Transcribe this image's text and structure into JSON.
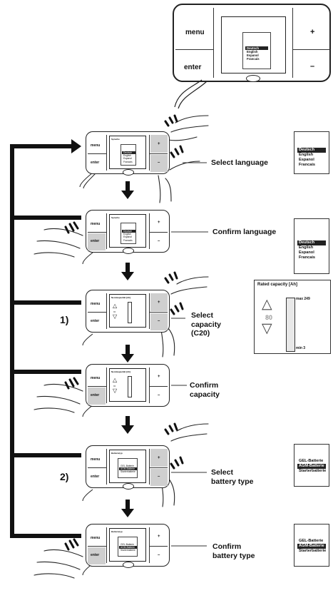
{
  "device": {
    "menu": "menu",
    "enter": "enter",
    "plus": "+",
    "minus": "–"
  },
  "languages": [
    "Deutsch",
    "English",
    "Espanol",
    "Francais"
  ],
  "screen_language_title": "Sprache",
  "screen_capacity_title": "Nennkapazität [Ah]",
  "screen_battery_title": "Batterietyp",
  "steps": {
    "s1": "Select language",
    "s2": "Confirm language",
    "s3a": "Select",
    "s3b": "capacity",
    "s3c": "(C20)",
    "s4a": "Confirm",
    "s4b": "capacity",
    "s5a": "Select",
    "s5b": "battery type",
    "s6a": "Confirm",
    "s6b": "battery type"
  },
  "markers": {
    "m1": "1)",
    "m2": "2)"
  },
  "capacity_box": {
    "title": "Rated capacity [Ah]",
    "value": "80",
    "max": "max 249",
    "min": "min 3"
  },
  "battery_types": [
    "GEL-Batterie",
    "AGM-Batterie",
    "Starterbatterie"
  ],
  "selected": {
    "language": "Deutsch",
    "battery_type": "AGM-Batterie"
  }
}
